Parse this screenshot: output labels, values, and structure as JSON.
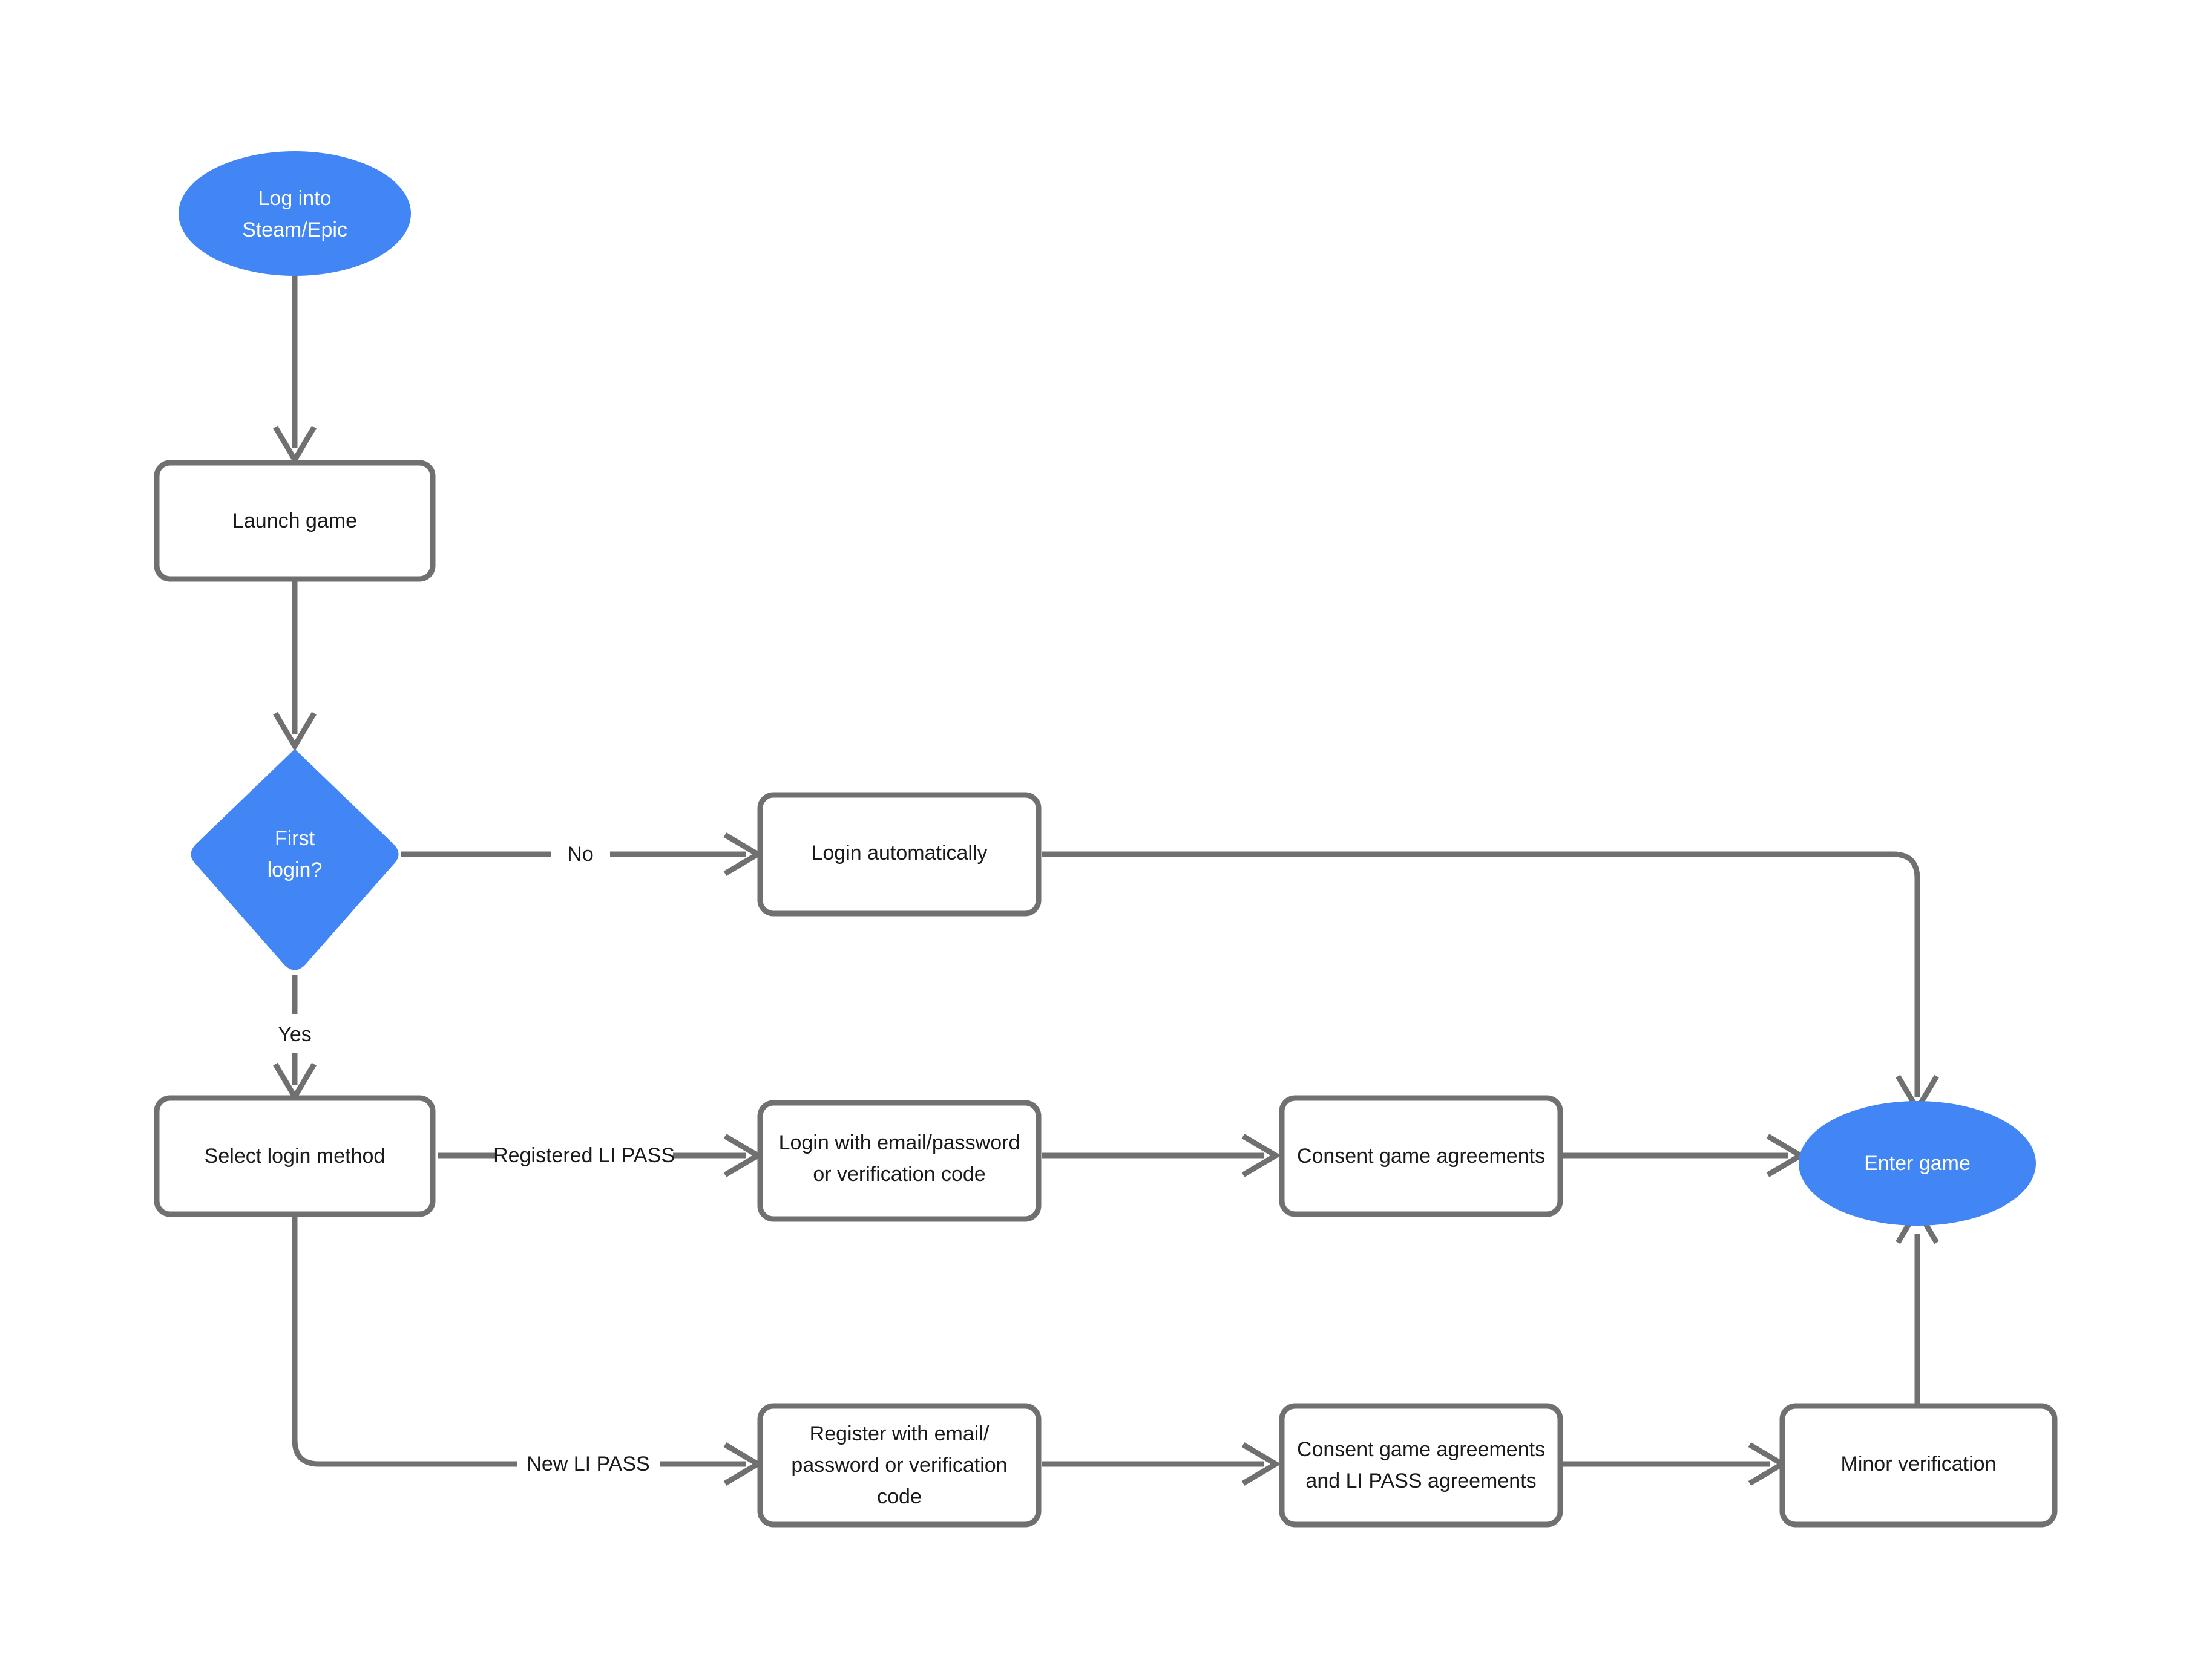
{
  "diagram": {
    "title": "Game login flow",
    "background": "#ffffff",
    "accent_color": "#4285f4",
    "stroke_color": "#707070",
    "text_color": "#1a1a1a",
    "nodes": {
      "start": {
        "label_line1": "Log into",
        "label_line2": "Steam/Epic",
        "shape": "ellipse"
      },
      "launch_game": {
        "label": "Launch game",
        "shape": "rounded-rect"
      },
      "first_login": {
        "label_line1": "First",
        "label_line2": "login?",
        "shape": "diamond"
      },
      "login_automatically": {
        "label": "Login automatically",
        "shape": "rounded-rect"
      },
      "select_login_method": {
        "label": "Select login method",
        "shape": "rounded-rect"
      },
      "login_with_credentials": {
        "label_line1": "Login with email/password",
        "label_line2": "or verification code",
        "shape": "rounded-rect"
      },
      "consent_game_agreements": {
        "label": "Consent game agreements",
        "shape": "rounded-rect"
      },
      "register_with_credentials": {
        "label_line1": "Register with email/",
        "label_line2": "password or verification",
        "label_line3": "code",
        "shape": "rounded-rect"
      },
      "consent_game_and_lipass": {
        "label_line1": "Consent game agreements",
        "label_line2": "and LI PASS agreements",
        "shape": "rounded-rect"
      },
      "minor_verification": {
        "label": "Minor verification",
        "shape": "rounded-rect"
      },
      "enter_game": {
        "label": "Enter game",
        "shape": "ellipse"
      }
    },
    "edge_labels": {
      "no": "No",
      "yes": "Yes",
      "registered_li_pass": "Registered LI PASS",
      "new_li_pass": "New LI PASS"
    }
  }
}
